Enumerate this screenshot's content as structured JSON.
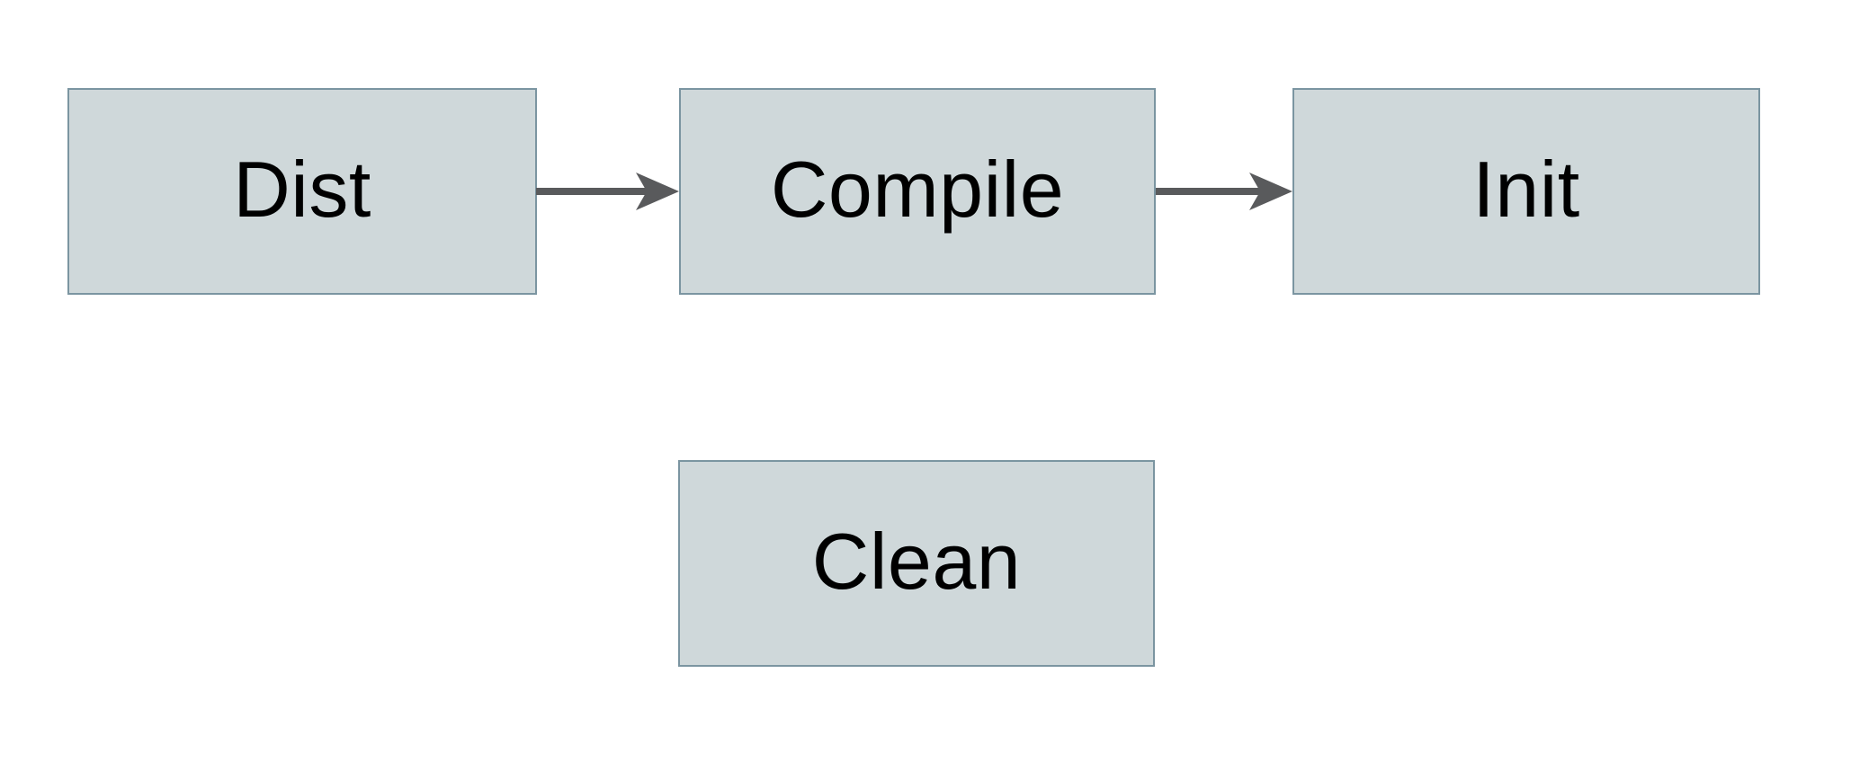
{
  "diagram": {
    "type": "flowchart",
    "nodes": [
      {
        "id": "dist",
        "label": "Dist"
      },
      {
        "id": "compile",
        "label": "Compile"
      },
      {
        "id": "init",
        "label": "Init"
      },
      {
        "id": "clean",
        "label": "Clean"
      }
    ],
    "edges": [
      {
        "from": "dist",
        "to": "compile",
        "direction": "right",
        "style": "solid-arrow"
      },
      {
        "from": "compile",
        "to": "init",
        "direction": "right",
        "style": "solid-arrow"
      }
    ],
    "colors": {
      "background": "#ffffff",
      "node_fill": "#cfd8da",
      "node_border": "#7b95a1",
      "arrow": "#595a5c",
      "text": "#000000"
    }
  }
}
